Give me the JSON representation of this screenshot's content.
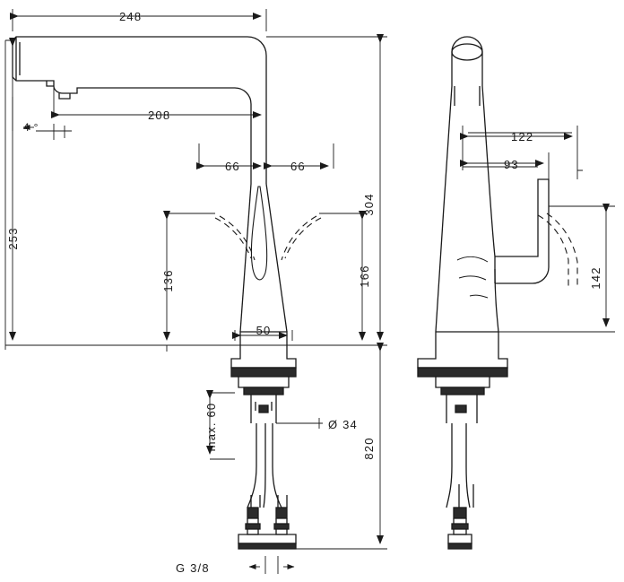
{
  "title": "Kitchen mixer tap technical dimension drawing",
  "views": [
    {
      "name": "front-view",
      "label": ""
    },
    {
      "name": "side-view",
      "label": ""
    }
  ],
  "dimensions": {
    "front": {
      "spout_reach_total": "248",
      "spout_reach_inner": "208",
      "left_half": "66",
      "right_half": "66",
      "body_height_total": "304",
      "spout_height": "253",
      "handle_swing_left": "136",
      "handle_swing_right": "166",
      "base_width": "50",
      "base_diameter": "Ø 34",
      "max_thickness": "max. 60",
      "hose_length": "820",
      "connection": "G 3/8"
    },
    "side": {
      "handle_swing_total": "122",
      "handle_swing_inner": "93",
      "handle_height": "142"
    }
  },
  "labels": [
    "248",
    "208",
    "66",
    "66",
    "304",
    "253",
    "136",
    "166",
    "50",
    "Ø 34",
    "max. 60",
    "820",
    "G 3/8",
    "122",
    "93",
    "142"
  ],
  "colors": {
    "line": "#1a1a1a",
    "fill_dark": "#2b2b2b",
    "background": "#ffffff"
  }
}
